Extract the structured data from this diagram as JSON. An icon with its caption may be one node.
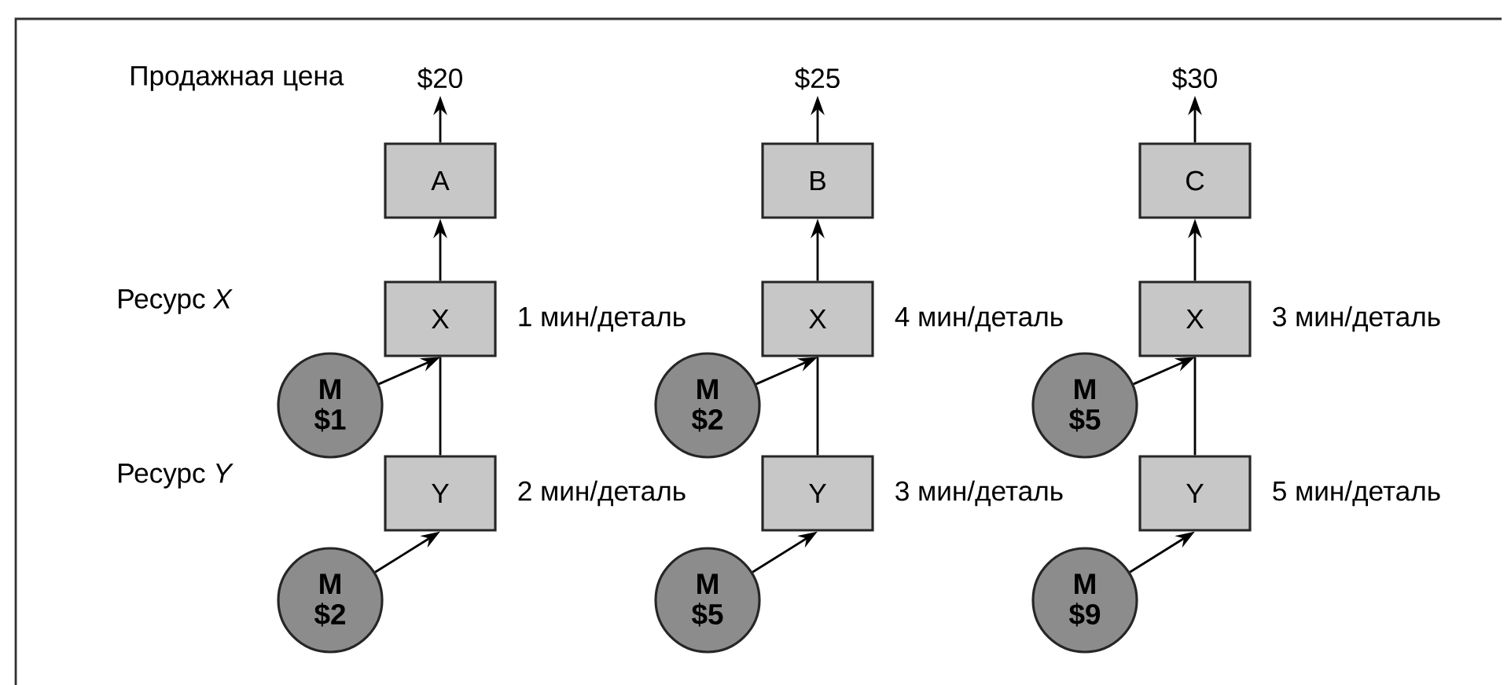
{
  "diagram": {
    "nodes": [
      {
        "text": [
          "$20"
        ]
      },
      {
        "text": [
          "A"
        ]
      },
      {
        "text": [
          "X"
        ],
        "beside": [
          "1 мин/деталь"
        ]
      },
      {
        "text": [
          "M",
          "$1"
        ]
      },
      {
        "text": [
          "Y"
        ],
        "beside": [
          "2 мин/деталь"
        ]
      },
      {
        "text": [
          "M",
          "$2"
        ]
      },
      {
        "text": [
          "$25"
        ]
      },
      {
        "text": [
          "B"
        ]
      },
      {
        "text": [
          "X"
        ],
        "beside": [
          "4 мин/деталь"
        ]
      },
      {
        "text": [
          "M",
          "$2"
        ]
      },
      {
        "text": [
          "Y"
        ],
        "beside": [
          "3 мин/деталь"
        ]
      },
      {
        "text": [
          "M",
          "$5"
        ]
      },
      {
        "text": [
          "$30"
        ]
      },
      {
        "text": [
          "C"
        ]
      },
      {
        "text": [
          "X"
        ],
        "beside": [
          "3 мин/деталь"
        ]
      },
      {
        "text": [
          "M",
          "$5"
        ]
      },
      {
        "text": [
          "Y"
        ],
        "beside": [
          "5 мин/деталь"
        ]
      },
      {
        "text": [
          "M",
          "$9"
        ]
      }
    ],
    "edges": [
      {
        "from": 1,
        "to": 0,
        "arrow": "to"
      },
      {
        "from": 2,
        "to": 1,
        "arrow": "to"
      },
      {
        "from": 4,
        "to": 2,
        "arrow": "none"
      },
      {
        "from": 3,
        "to": 2,
        "arrow": "to"
      },
      {
        "from": 5,
        "to": 4,
        "arrow": "to"
      },
      {
        "from": 7,
        "to": 6,
        "arrow": "to"
      },
      {
        "from": 8,
        "to": 7,
        "arrow": "to"
      },
      {
        "from": 10,
        "to": 8,
        "arrow": "none"
      },
      {
        "from": 9,
        "to": 8,
        "arrow": "to"
      },
      {
        "from": 11,
        "to": 10,
        "arrow": "to"
      },
      {
        "from": 13,
        "to": 12,
        "arrow": "to"
      },
      {
        "from": 14,
        "to": 13,
        "arrow": "to"
      },
      {
        "from": 16,
        "to": 14,
        "arrow": "none"
      },
      {
        "from": 15,
        "to": 14,
        "arrow": "to"
      },
      {
        "from": 17,
        "to": 16,
        "arrow": "to"
      }
    ],
    "labels": [
      "Продажная цена",
      "Ресурс *X*",
      "Ресурс *Y*"
    ]
  }
}
